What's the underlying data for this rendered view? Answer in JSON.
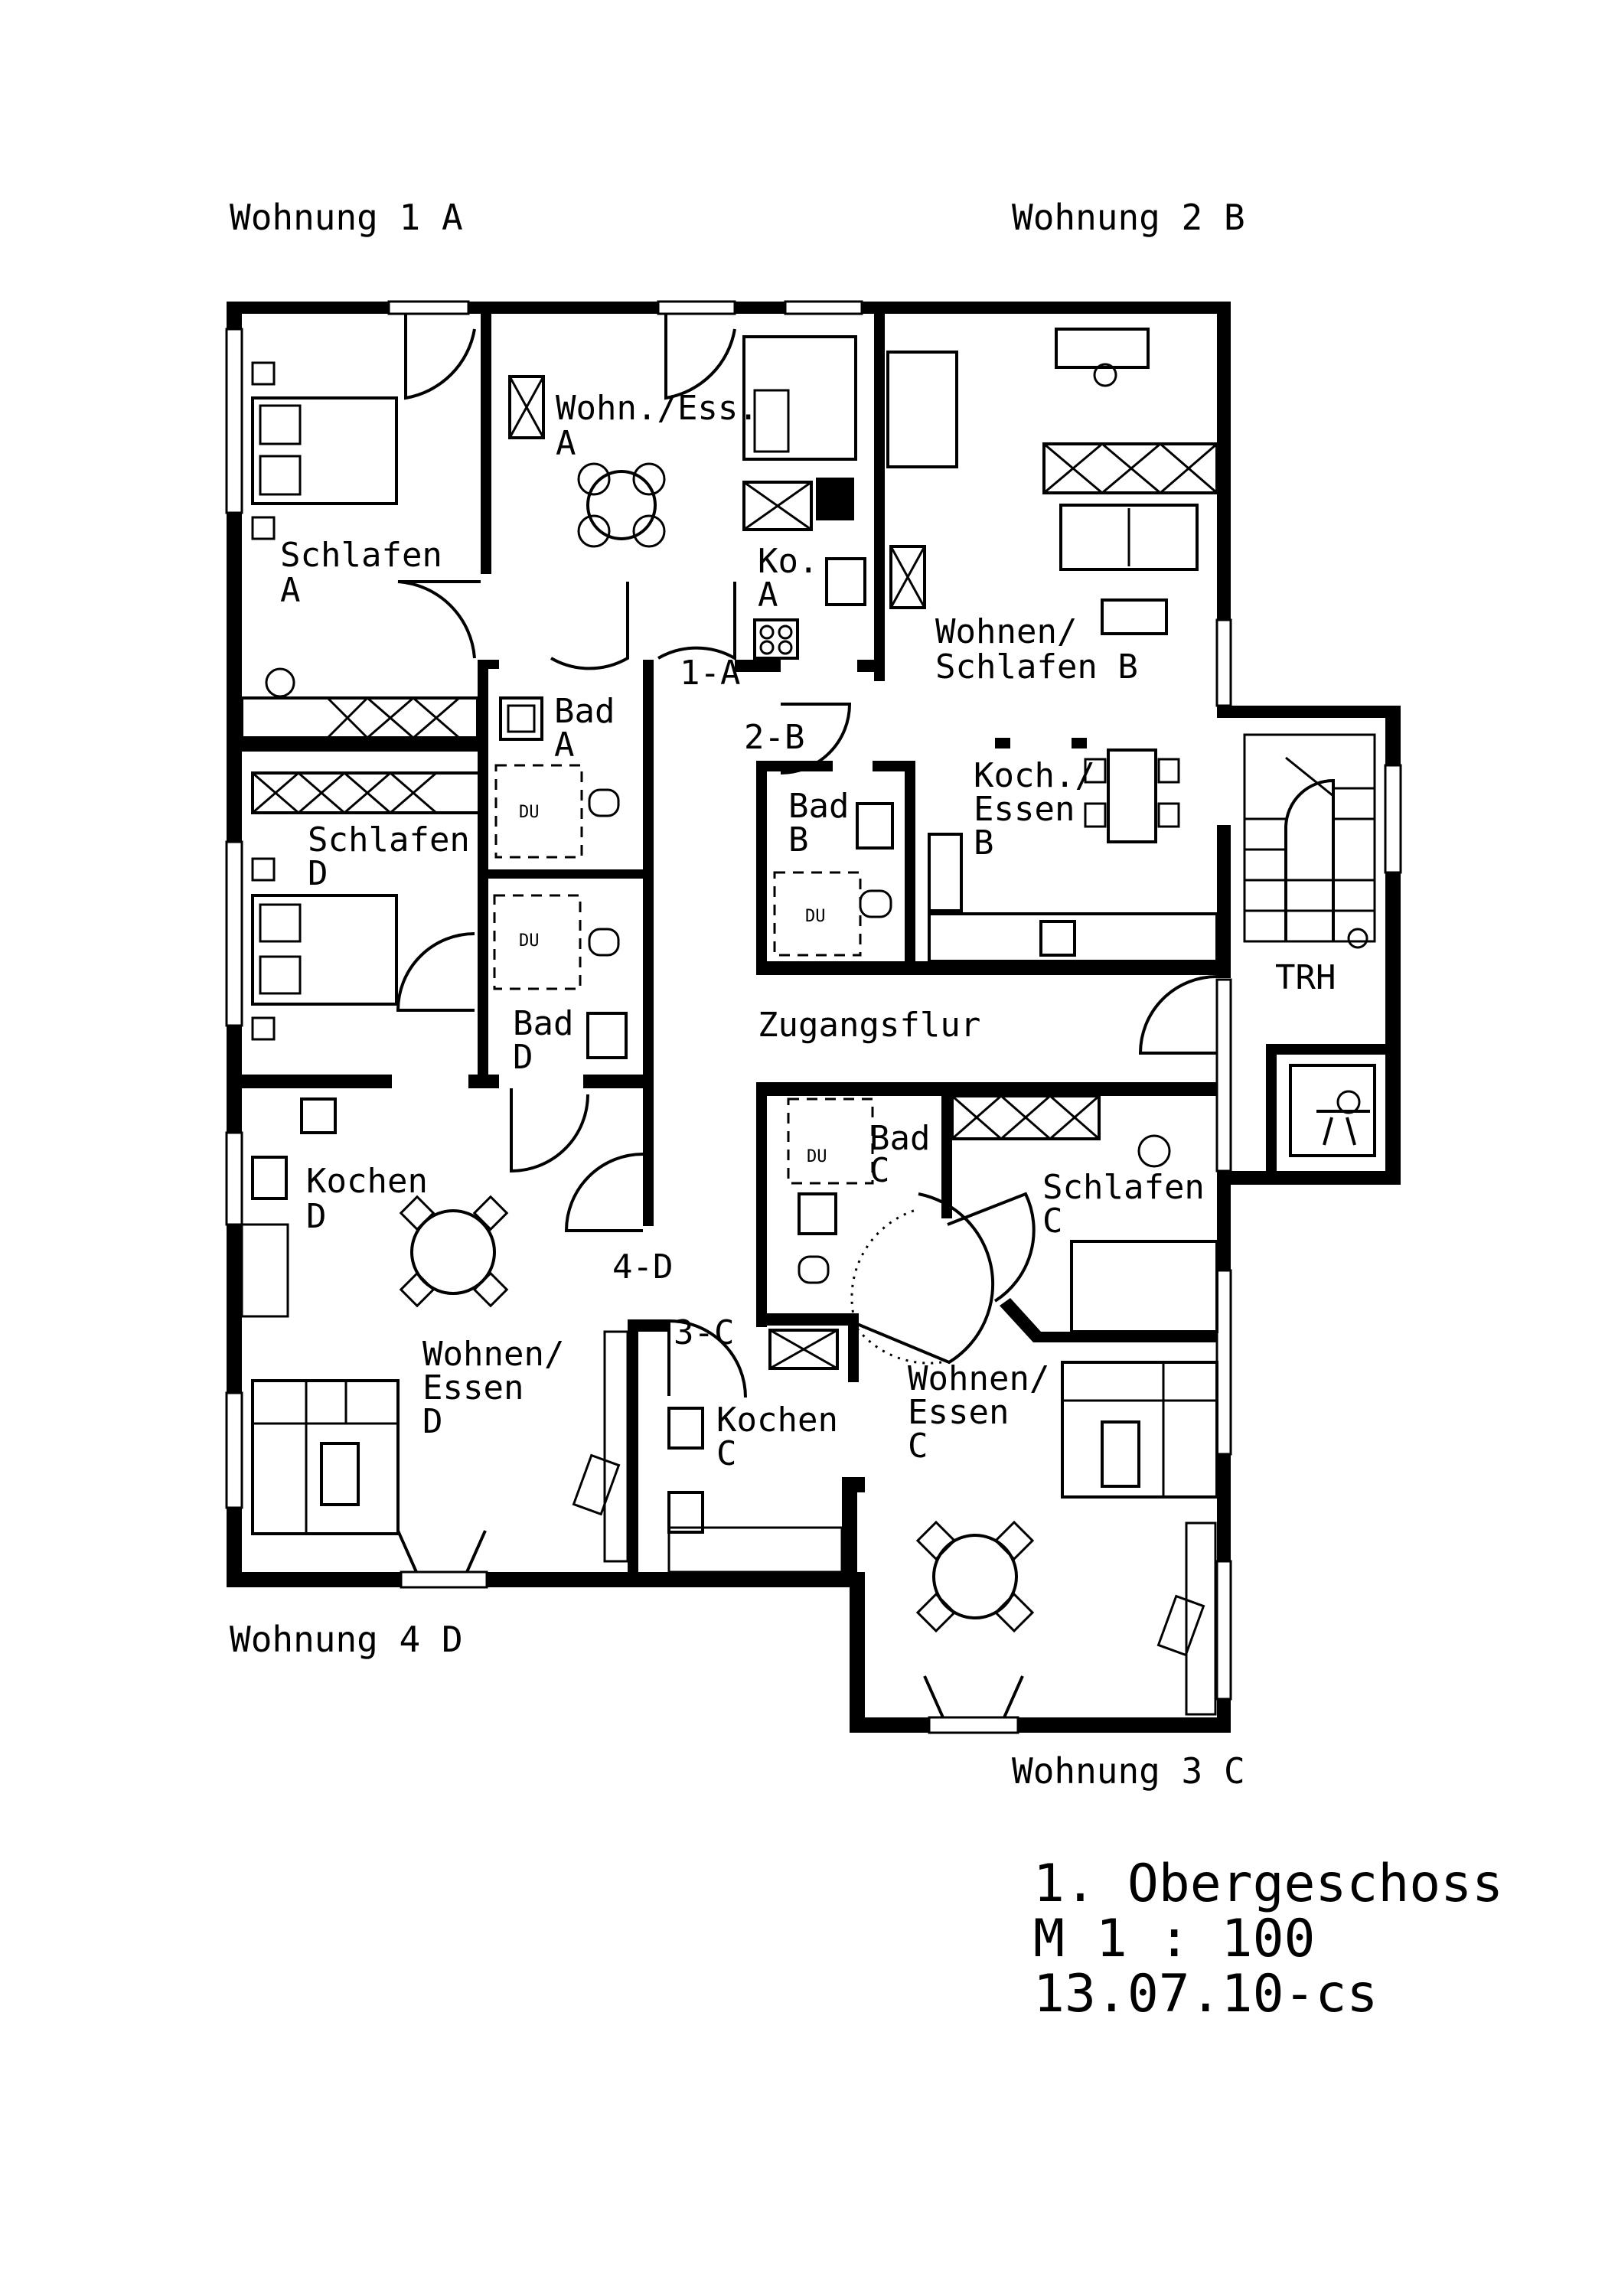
{
  "apartments": {
    "w1": "Wohnung 1 A",
    "w2": "Wohnung 2 B",
    "w3": "Wohnung 3 C",
    "w4": "Wohnung 4 D"
  },
  "rooms": {
    "a_wohn": [
      "Wohn./Ess.",
      "A"
    ],
    "a_schlafen": [
      "Schlafen",
      "A"
    ],
    "a_ko": [
      "Ko.",
      "A"
    ],
    "a_bad": [
      "Bad",
      "A"
    ],
    "b_wohn": [
      "Wohnen/",
      "Schlafen B"
    ],
    "b_koch": [
      "Koch./",
      "Essen",
      "B"
    ],
    "b_bad": [
      "Bad",
      "B"
    ],
    "d_schlafen": [
      "Schlafen",
      "D"
    ],
    "d_bad": [
      "Bad",
      "D"
    ],
    "d_kochen": [
      "Kochen",
      "D"
    ],
    "d_wohn": [
      "Wohnen/",
      "Essen",
      "D"
    ],
    "c_bad": [
      "Bad",
      "C"
    ],
    "c_schlafen": [
      "Schlafen",
      "C"
    ],
    "c_kochen": [
      "Kochen",
      "C"
    ],
    "c_wohn": [
      "Wohnen/",
      "Essen",
      "C"
    ],
    "flur": "Zugangsflur",
    "trh": "TRH"
  },
  "door_labels": {
    "d1a": "1-A",
    "d2b": "2-B",
    "d3c": "3-C",
    "d4d": "4-D"
  },
  "shower_label": "DU",
  "title_block": {
    "floor": "1. Obergeschoss",
    "scale": "M 1 : 100",
    "date": "13.07.10-cs"
  }
}
